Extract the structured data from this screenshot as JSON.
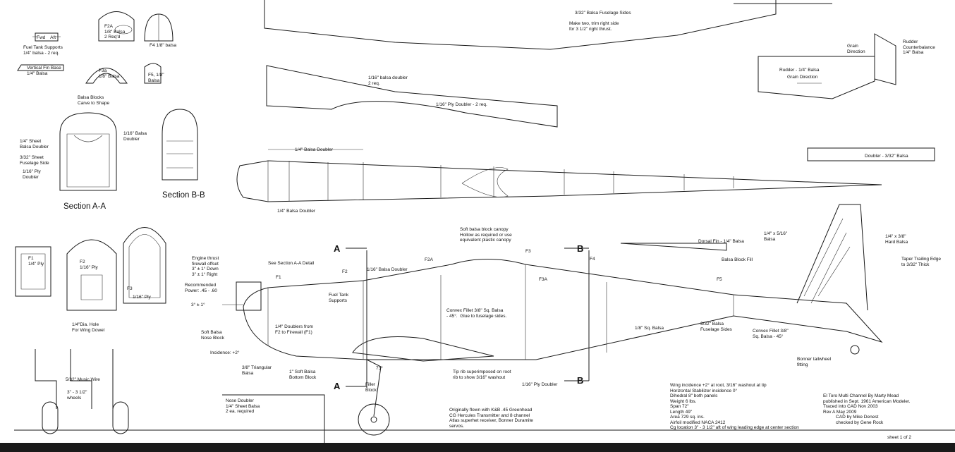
{
  "sheet": {
    "fuel_tank_supports": "Fuel Tank Supports\n1/4\" balsa - 2 req.",
    "fwd_aft": "Fwd    Aft",
    "vertical_fin_base": "Vertical Fin Base\n1/4\" Balsa",
    "f2a_part": "F2A\n1/8\" Balsa\n2 Req'd",
    "f4_part": "F4 1/8\" balsa",
    "f3a_part": "F3a\n1/8\" Balsa",
    "f5_part": "F5, 1/8\"\nBalsa",
    "balsa_blocks": "Balsa Blocks\nCarve to Shape",
    "sheet_quarter_doubler": "1/4\" Sheet\nBalsa Doubler",
    "sheet_3_32_side": "3/32\" Sheet\nFuselage Side",
    "ply_doubler": "1/16\" Ply\nDoubler",
    "balsa_doubler_b": "1/16\" Balsa\nDoubler",
    "section_aa": "Section A-A",
    "section_bb": "Section B-B",
    "f1_part": "F1\n1/4\" Ply",
    "f2_part": "F2\n1/16\" Ply",
    "f3_part": "F3",
    "f3_ply": "1/16\" Ply",
    "wing_dowel": "1/4\"Dia. Hole\nFor Wing Dowel",
    "music_wire": "5/32\" Music Wire",
    "wheels": "3\" - 3 1/2\"\nwheels",
    "fuselage_sides_top": "3/32\" Balsa Fuselage Sides",
    "make_two": "Make two, trim right side\nfor 3 1/2\" right thrust.",
    "balsa_doubler_116": "1/16\" balsa doubler\n2 req.",
    "ply_doubler_2req": "1/16\" Ply Doubler - 2 req.",
    "grain_direction": "Grain\nDirection",
    "rudder_counterbalance": "Rudder\nCounterbalance\n1/4\" Balsa",
    "rudder_balsa": "Rudder - 1/4\" Balsa",
    "grain_direction2": "Grain Direction",
    "doubler_3_32": "Doubler - 3/32\" Balsa",
    "quarter_balsa_doubler_top": "1/4\" Balsa Doubler",
    "quarter_balsa_doubler_bottom": "1/4\" Balsa Doubler",
    "soft_canopy": "Soft balsa block canopy\nHollow as required or use\nequivalent plastic canopy",
    "dorsal_fin": "Dorsal Fin - 1/4\" Balsa",
    "quarter_5_16": "1/4\" x 5/16\"\nBalsa",
    "quarter_3_8": "1/4\" x 3/8\"\nHard Balsa",
    "taper_te": "Taper Trailing Edge\nto 3/32\" Thick",
    "balsa_block_fill": "Balsa Block Fill",
    "engine_thrust": "Engine thrust\nfirewall offset\n3\" ± 1° Down\n3\" ± 1° Right",
    "recommended_power": "Recommended\nPower: .45 - .60",
    "three_pm_one": "3° ± 1°",
    "see_section": "See Section A-A Detail",
    "fuel_tank_supports2": "Fuel Tank\nSupports",
    "sixteenth_balsa_doubler": "1/16\" Balsa Doubler",
    "convex_fillet_1": "Convex Fillet 3/8\" Sq. Balsa\n- 45°.  Glue to fuselage sides.",
    "eighth_sq_balsa": "1/8\" Sq. Balsa",
    "balsa_fuselage_sides": "3/32\" Balsa\nFuselage Sides",
    "convex_fillet_2": "Convex Fillet 3/8\"\nSq. Balsa - 45°",
    "soft_balsa_nose": "Soft Balsa\nNose Block",
    "quarter_doublers": "1/4\" Doublers from\nF2 to Firewall (F1)",
    "incidence": "Incidence: +2°",
    "triangular": "3/8\" Triangular\nBalsa",
    "soft_bottom_block": "1\" Soft Balsa\nBottom Block",
    "angle_73": "73°",
    "filler_block": "Filler\nBlock",
    "tip_rib": "Tip rib superimposed on root\nrib to show 3/16\" washout",
    "ply_doubler_bottom": "1/16\" Ply Doubler",
    "bonner_tailwheel": "Bonner tailwheel\nfitting",
    "nose_doubler": "Nose Doubler\n1/4\" Sheet Balsa\n2 ea. required",
    "originally_flown": "Originally flown with K&B .45 Greenhead\nCG Hercules Transmitter and 8 channel\nAtlas superhet receiver, Bonner Duramite\nservos.",
    "specs": "Wing incidence +2° at root, 3/16\" washout at tip\nHorizontal Stabilizer incidence 0°\nDihedral 8\" both panels\nWeight 6 lbs.\nSpan 72\"\nLength 49\"\nArea 729 sq. ins.\nAirfoil modified NACA 2412\nCg location 3\" - 3 1/2\" aft of wing leading edge at center section",
    "credits": "El Toro Multi Channel By Marty Mead\npublished in Sept. 1961 American Modeler.\nTraced into CAD Nov 2003\nRev A May 2009\n          CAD by Mike Denest\n          checked by Gene Rock",
    "sheet_num": "sheet 1 of 2",
    "label_a": "A",
    "label_b": "B",
    "f1": "F1",
    "f2": "F2",
    "f2a": "F2A",
    "f3": "F3",
    "f3a": "F3A",
    "f4": "F4",
    "f5": "F5"
  }
}
